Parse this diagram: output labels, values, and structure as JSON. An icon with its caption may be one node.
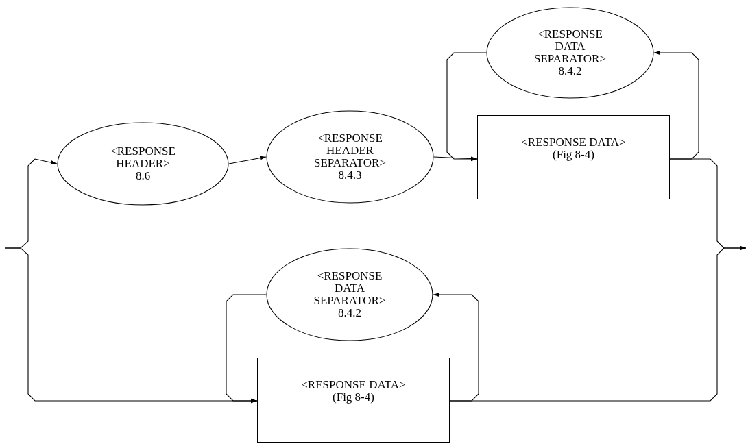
{
  "diagram": {
    "nodes": [
      {
        "text": [
          "<RESPONSE HEADER>",
          "8.6"
        ]
      },
      {
        "text": [
          "<RESPONSE HEADER SEPARATOR>",
          "8.4.3"
        ]
      },
      {
        "text": [
          "<RESPONSE DATA SEPARATOR>",
          "8.4.2"
        ]
      },
      {
        "text": [
          "<RESPONSE DATA>",
          "(Fig 8-4)"
        ]
      },
      {
        "text": [
          "<RESPONSE DATA SEPARATOR>",
          "8.4.2"
        ]
      },
      {
        "text": [
          "<RESPONSE DATA>",
          "(Fig 8-4)"
        ]
      }
    ],
    "edges": [
      {
        "from": null,
        "to": 0,
        "arrow": "to"
      },
      {
        "from": null,
        "to": 5,
        "arrow": "to"
      },
      {
        "from": 0,
        "to": 1,
        "arrow": "to"
      },
      {
        "from": 1,
        "to": 3,
        "arrow": "to"
      },
      {
        "from": 3,
        "to": 2,
        "arrow": "to"
      },
      {
        "from": 2,
        "to": 3,
        "arrow": "to"
      },
      {
        "from": 3,
        "to": null,
        "arrow": "to"
      },
      {
        "from": 5,
        "to": 4,
        "arrow": "to"
      },
      {
        "from": 4,
        "to": 5,
        "arrow": "to"
      },
      {
        "from": 5,
        "to": null,
        "arrow": "to"
      }
    ]
  }
}
